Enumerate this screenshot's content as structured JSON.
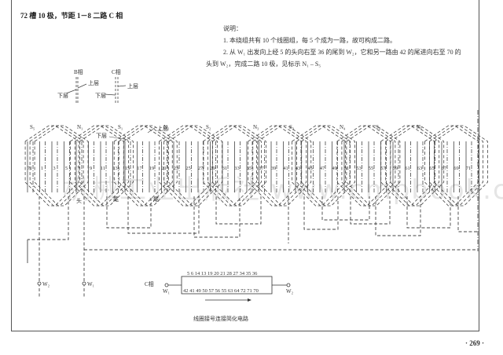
{
  "page": {
    "title": "72 槽 10 极，节距 1－8 二路 C 相",
    "page_number": "· 269 ·",
    "watermark": "机械工业出版社 www.cmpbook.com"
  },
  "notes": {
    "heading": "说明：",
    "line1": "1. 本绕组共有 10 个线圈组，每 5 个成为一路，故可构成二路。",
    "line2": "2. 从 W₁ 出发向上经 5 的头向右至 36 的尾到 W₂，它和另一路由 42 的尾进向右至 70 的",
    "line3": "头到 W₂，完成二路 10 极，见标示 N₁ – S₅"
  },
  "legend": {
    "b_phase": "B相",
    "c_phase": "C相",
    "upper_layer": "上层",
    "lower_layer": "下层"
  },
  "winding": {
    "poles": [
      {
        "label": "S₅"
      },
      {
        "label": "N₁"
      },
      {
        "label": "S₁"
      },
      {
        "label": "N₂"
      },
      {
        "label": "S₂"
      },
      {
        "label": "N₃"
      },
      {
        "label": "S₃"
      },
      {
        "label": "N₄"
      },
      {
        "label": "S₄"
      },
      {
        "label": "N₅"
      }
    ],
    "slot_numbers": [
      "71",
      "1",
      "3",
      "5",
      "7",
      "9",
      "11",
      "13",
      "15",
      "17",
      "19",
      "21",
      "23",
      "25",
      "27",
      "29",
      "31",
      "33",
      "35",
      "37",
      "39",
      "41",
      "43",
      "45",
      "47",
      "49",
      "51",
      "53",
      "55",
      "57",
      "59",
      "61",
      "63",
      "65",
      "67",
      "69",
      "71"
    ],
    "annotations": {
      "upper": "上层",
      "lower": "下层",
      "head": "头",
      "tail1": "尾",
      "tail2": "尾"
    },
    "terminals": {
      "w2": "W₂",
      "w1": "W₁"
    }
  },
  "circuit": {
    "phase_label": "C相",
    "input": "W₁",
    "output": "W₂",
    "top_branch": "5 6 14 13 19 20 21 28 27 34 35 36",
    "bottom_branch": "42 41 49 50 57 56 55 63 64 72 71 70",
    "caption": "线圈接号连接简化电路"
  }
}
